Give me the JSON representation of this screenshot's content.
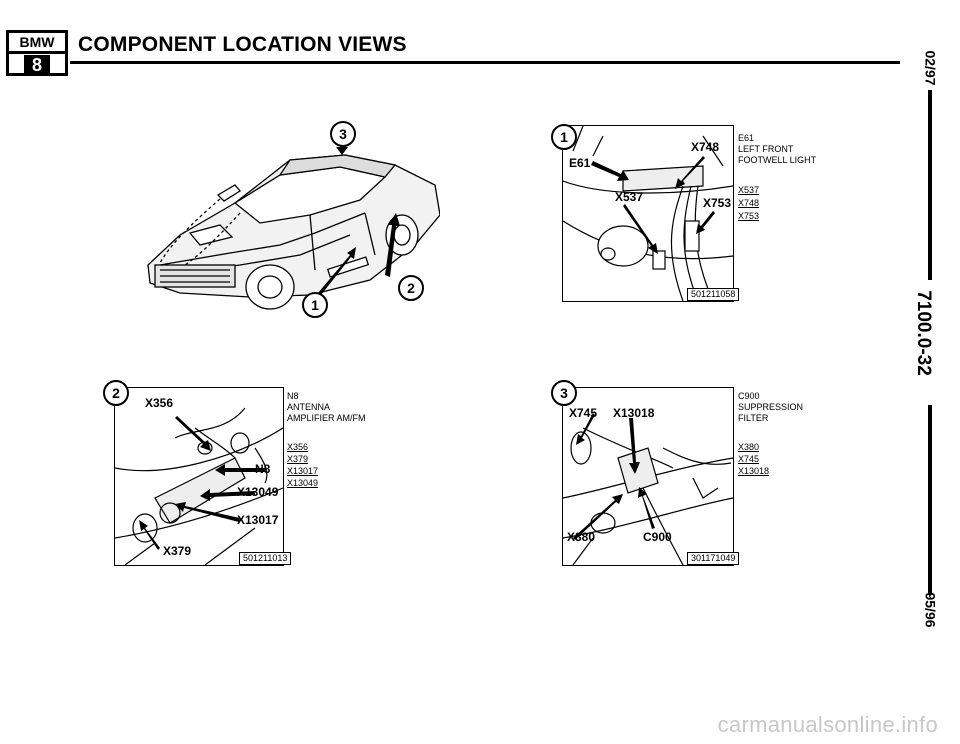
{
  "header": {
    "logo_top": "BMW",
    "logo_bottom": "8",
    "title": "COMPONENT LOCATION VIEWS"
  },
  "sidebar": {
    "date_top": "02/97",
    "code": "7100.0-32",
    "date_bottom": "95/96"
  },
  "car_view": {
    "callouts": [
      "3",
      "2",
      "1"
    ]
  },
  "panels": [
    {
      "number": "1",
      "labels": [
        "X748",
        "E61",
        "X537",
        "X753"
      ],
      "id": "501211058",
      "caption": [
        "E61",
        "LEFT FRONT",
        "FOOTWELL LIGHT"
      ],
      "refs": [
        "X537",
        "X748",
        "X753"
      ]
    },
    {
      "number": "2",
      "labels": [
        "X356",
        "N8",
        "X13049",
        "X13017",
        "X379"
      ],
      "id": "501211013",
      "caption": [
        "N8",
        "ANTENNA",
        "AMPLIFIER AM/FM"
      ],
      "refs": [
        "X356",
        "X379",
        "X13017",
        "X13049"
      ]
    },
    {
      "number": "3",
      "labels": [
        "X745",
        "X13018",
        "X380",
        "C900"
      ],
      "id": "301171049",
      "caption": [
        "C900",
        "SUPPRESSION",
        "FILTER"
      ],
      "refs": [
        "X380",
        "X745",
        "X13018"
      ]
    }
  ],
  "watermark": "carmanualsonline.info"
}
